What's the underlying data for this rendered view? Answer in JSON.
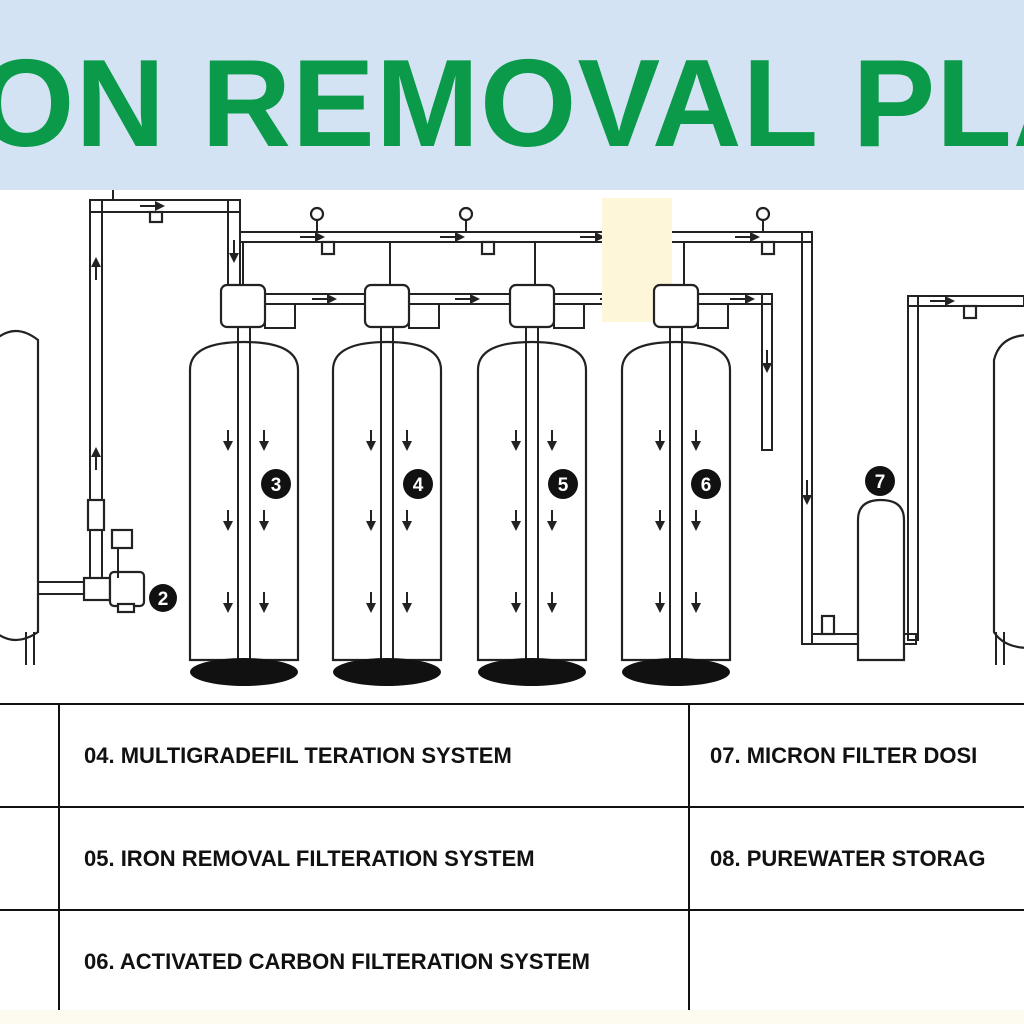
{
  "title": "ON REMOVAL PLAN",
  "colors": {
    "banner_bg": "#d3e3f4",
    "title": "#0a9a4a",
    "line": "#222222"
  },
  "diagram": {
    "markers": [
      "2",
      "3",
      "4",
      "5",
      "6",
      "7"
    ]
  },
  "legend": {
    "rows": [
      {
        "middle": "04. MULTIGRADEFIL TERATION SYSTEM",
        "right": "07. MICRON FILTER DOSI"
      },
      {
        "middle": "05. IRON REMOVAL FILTERATION SYSTEM",
        "right": "08. PUREWATER STORAG"
      },
      {
        "middle": "06. ACTIVATED CARBON FILTERATION SYSTEM",
        "right": ""
      }
    ]
  }
}
